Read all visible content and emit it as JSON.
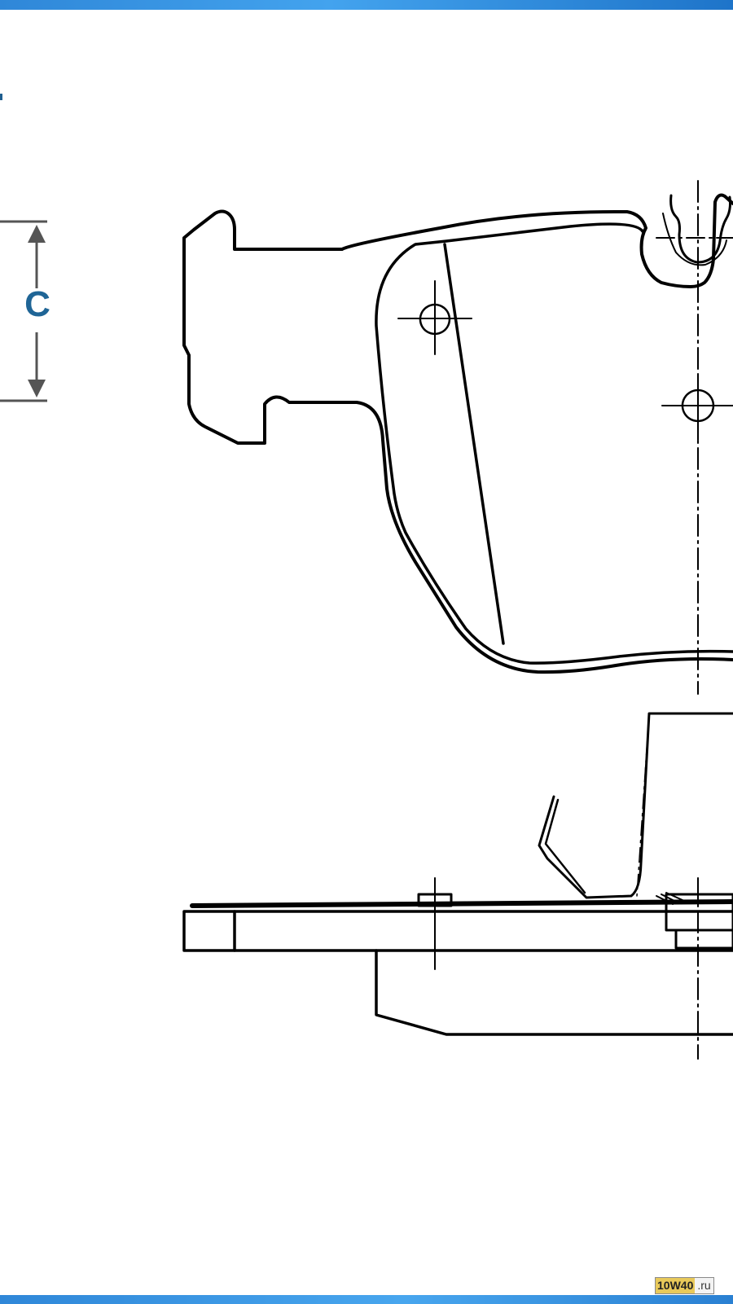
{
  "dimension": {
    "label": "C"
  },
  "watermark": {
    "brand": "10W40",
    "domain": ".ru"
  },
  "colors": {
    "accent_band": "#2f87d8",
    "dimension_label": "#1f6596",
    "dimension_line": "#555555",
    "drawing_line": "#000000"
  }
}
